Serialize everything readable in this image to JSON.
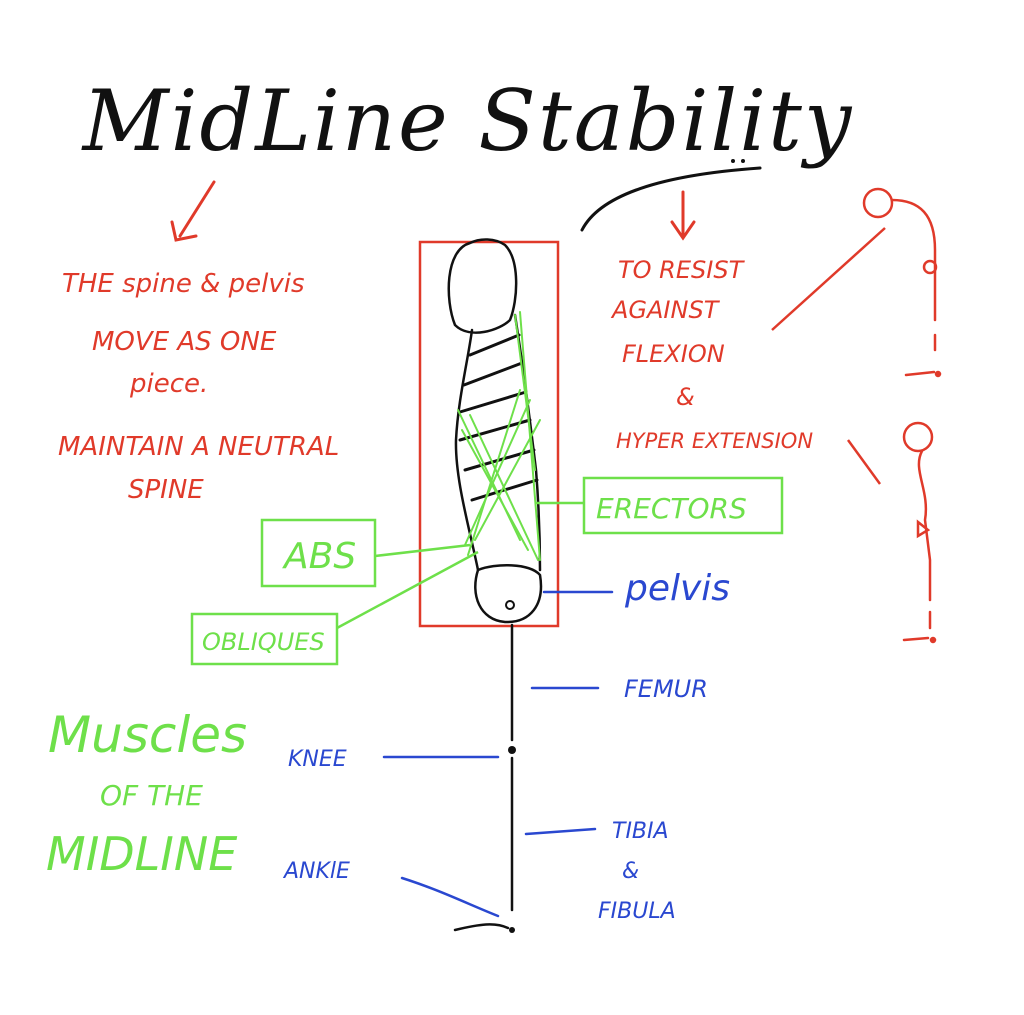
{
  "title": "MidLine Stability",
  "left_notes": {
    "line1": "THE spine & pelvis",
    "line2": "MOVE AS ONE",
    "line3": "piece.",
    "line4": "MAINTAIN A NEUTRAL",
    "line5": "SPINE"
  },
  "right_notes": {
    "line1": "TO RESIST",
    "line2": "AGAINST",
    "line3": "FLEXION",
    "line4": "&",
    "line5": "HYPER EXTENSION"
  },
  "muscles": {
    "erectors": "ERECTORS",
    "abs": "ABS",
    "obliques": "OBLIQUES"
  },
  "muscles_heading": {
    "line1": "Muscles",
    "line2": "OF THE",
    "line3": "MIDLINE"
  },
  "bones": {
    "pelvis": "pelvis",
    "femur": "FEMUR",
    "knee": "KNEE",
    "tibia": "TIBIA",
    "amp": "&",
    "fibula": "FIBULA",
    "ankle": "ANKlE"
  },
  "colors": {
    "ink": "#111111",
    "red": "#e03a2a",
    "green": "#6ee04a",
    "blue": "#2a48d0"
  }
}
